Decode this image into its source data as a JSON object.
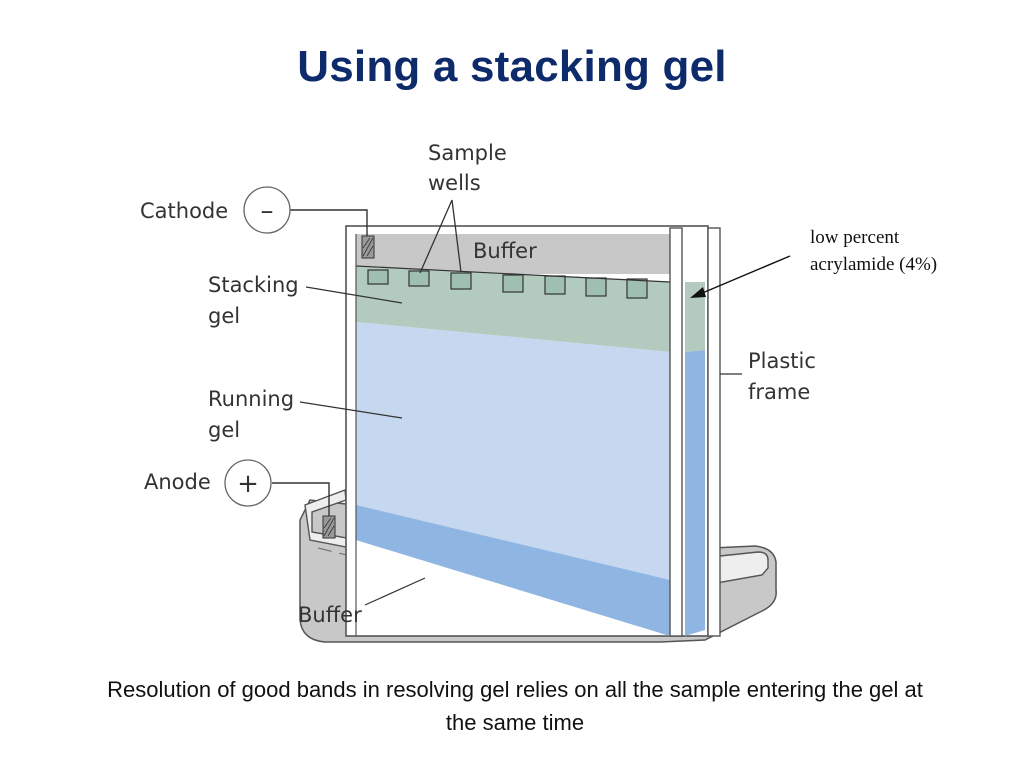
{
  "slide": {
    "title": "Using a stacking gel",
    "caption_lines": [
      "Resolution of good bands in resolving gel relies on all the sample entering the gel at",
      "the same time"
    ],
    "annotation_lines": [
      "low percent",
      "acrylamide (4%)"
    ]
  },
  "diagram": {
    "labels": {
      "sample_wells_1": "Sample",
      "sample_wells_2": "wells",
      "cathode": "Cathode",
      "cathode_symbol": "–",
      "buffer_top": "Buffer",
      "stacking_1": "Stacking",
      "stacking_2": "gel",
      "running_1": "Running",
      "running_2": "gel",
      "plastic_1": "Plastic",
      "plastic_2": "frame",
      "anode": "Anode",
      "anode_symbol": "+",
      "buffer_bottom": "Buffer"
    },
    "colors": {
      "title": "#0d2a6b",
      "buffer": "#c8c8c8",
      "stacking_gel": "#b3cbbf",
      "running_gel": "#c5d8ef",
      "running_gel_dark": "#8fb6e2",
      "frame": "#555555"
    }
  }
}
